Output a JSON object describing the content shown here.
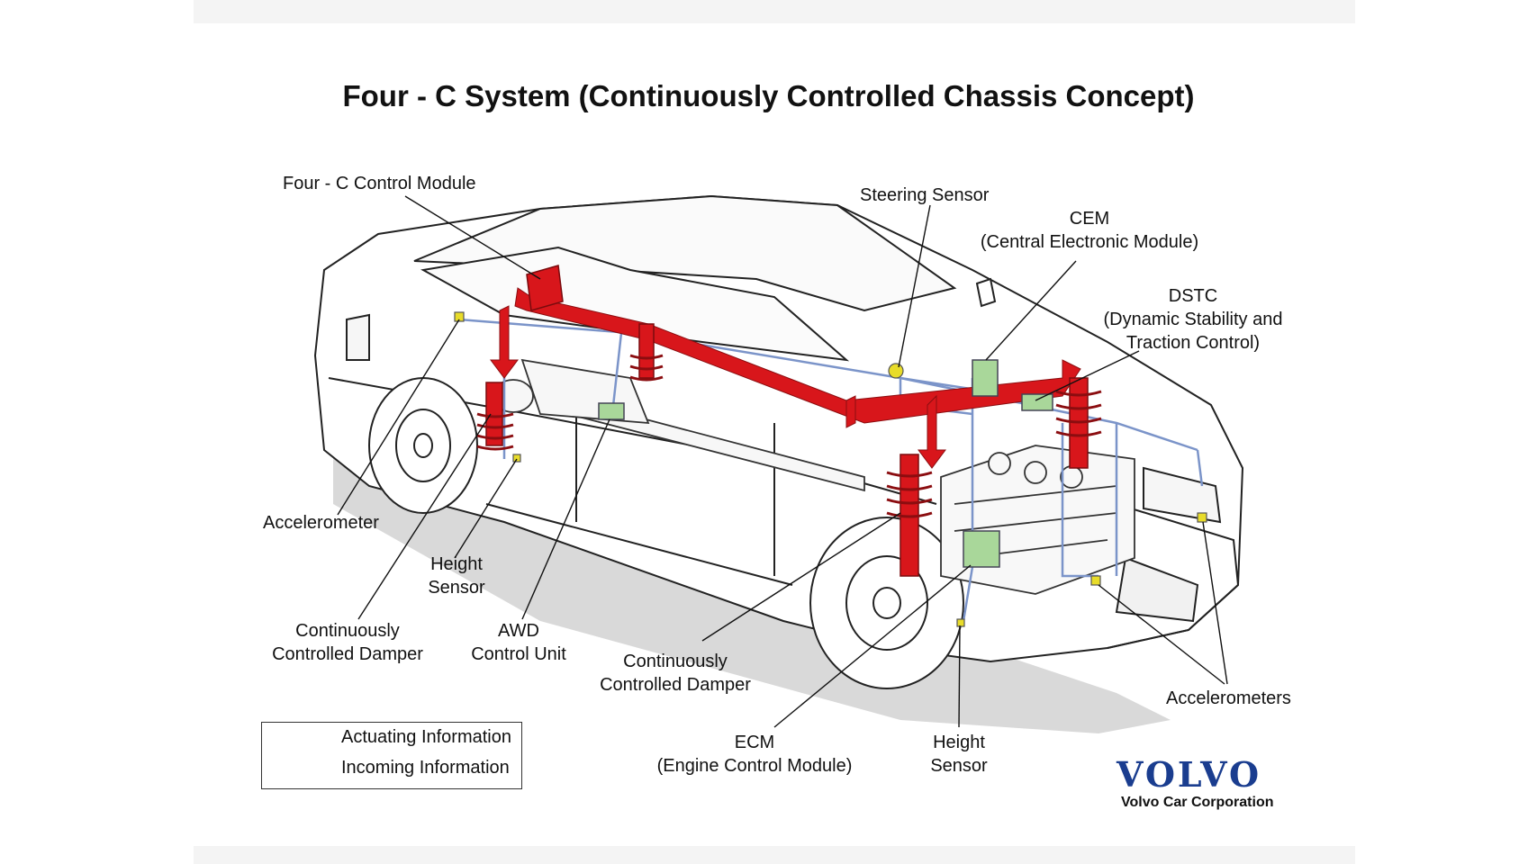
{
  "title": "Four - C System (Continuously Controlled Chassis Concept)",
  "labels": {
    "four_c_module": "Four - C Control Module",
    "steering_sensor": "Steering Sensor",
    "cem_line1": "CEM",
    "cem_line2": "(Central Electronic Module)",
    "dstc_line1": "DSTC",
    "dstc_line2": "(Dynamic Stability and",
    "dstc_line3": "Traction Control)",
    "accelerometer": "Accelerometer",
    "height_sensor_rear_line1": "Height",
    "height_sensor_rear_line2": "Sensor",
    "ccd_rear_line1": "Continuously",
    "ccd_rear_line2": "Controlled Damper",
    "awd_line1": "AWD",
    "awd_line2": "Control Unit",
    "ccd_front_line1": "Continuously",
    "ccd_front_line2": "Controlled Damper",
    "ecm_line1": "ECM",
    "ecm_line2": "(Engine Control Module)",
    "height_sensor_front_line1": "Height",
    "height_sensor_front_line2": "Sensor",
    "accelerometers": "Accelerometers"
  },
  "legend": {
    "actuating": "Actuating Information",
    "incoming": "Incoming Information"
  },
  "brand": {
    "logo_text": "VOLVO",
    "company": "Volvo Car Corporation"
  },
  "colors": {
    "actuating": "#d8161b",
    "incoming": "#7b94c9",
    "module": "#a9d79a",
    "sensor": "#e8dc2a",
    "brand": "#1a3d8f"
  }
}
